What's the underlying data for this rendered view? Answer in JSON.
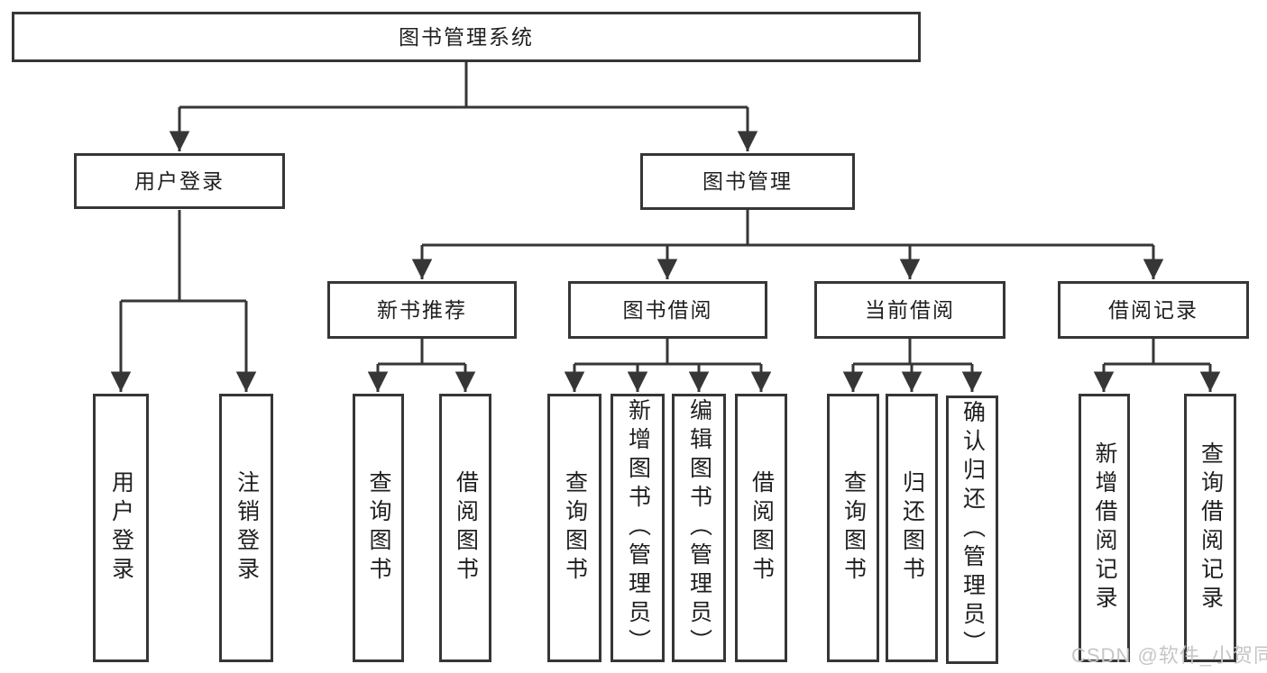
{
  "diagram": {
    "root": {
      "label": "图书管理系统"
    },
    "children": [
      {
        "label": "用户登录",
        "children": [
          {
            "label": "用户登录"
          },
          {
            "label": "注销登录"
          }
        ]
      },
      {
        "label": "图书管理",
        "children": [
          {
            "label": "新书推荐",
            "children": [
              {
                "label": "查询图书"
              },
              {
                "label": "借阅图书"
              }
            ]
          },
          {
            "label": "图书借阅",
            "children": [
              {
                "label": "查询图书"
              },
              {
                "label": "新增图书（管理员）"
              },
              {
                "label": "编辑图书（管理员）"
              },
              {
                "label": "借阅图书"
              }
            ]
          },
          {
            "label": "当前借阅",
            "children": [
              {
                "label": "查询图书"
              },
              {
                "label": "归还图书"
              },
              {
                "label": "确认归还（管理员）"
              }
            ]
          },
          {
            "label": "借阅记录",
            "children": [
              {
                "label": "新增借阅记录"
              },
              {
                "label": "查询借阅记录"
              }
            ]
          }
        ]
      }
    ]
  },
  "watermark": "CSDN @软件_小贺同学",
  "colors": {
    "line": "#363636",
    "text": "#1f1f1f",
    "background": "#ffffff",
    "watermark": "#c6c6c6"
  }
}
